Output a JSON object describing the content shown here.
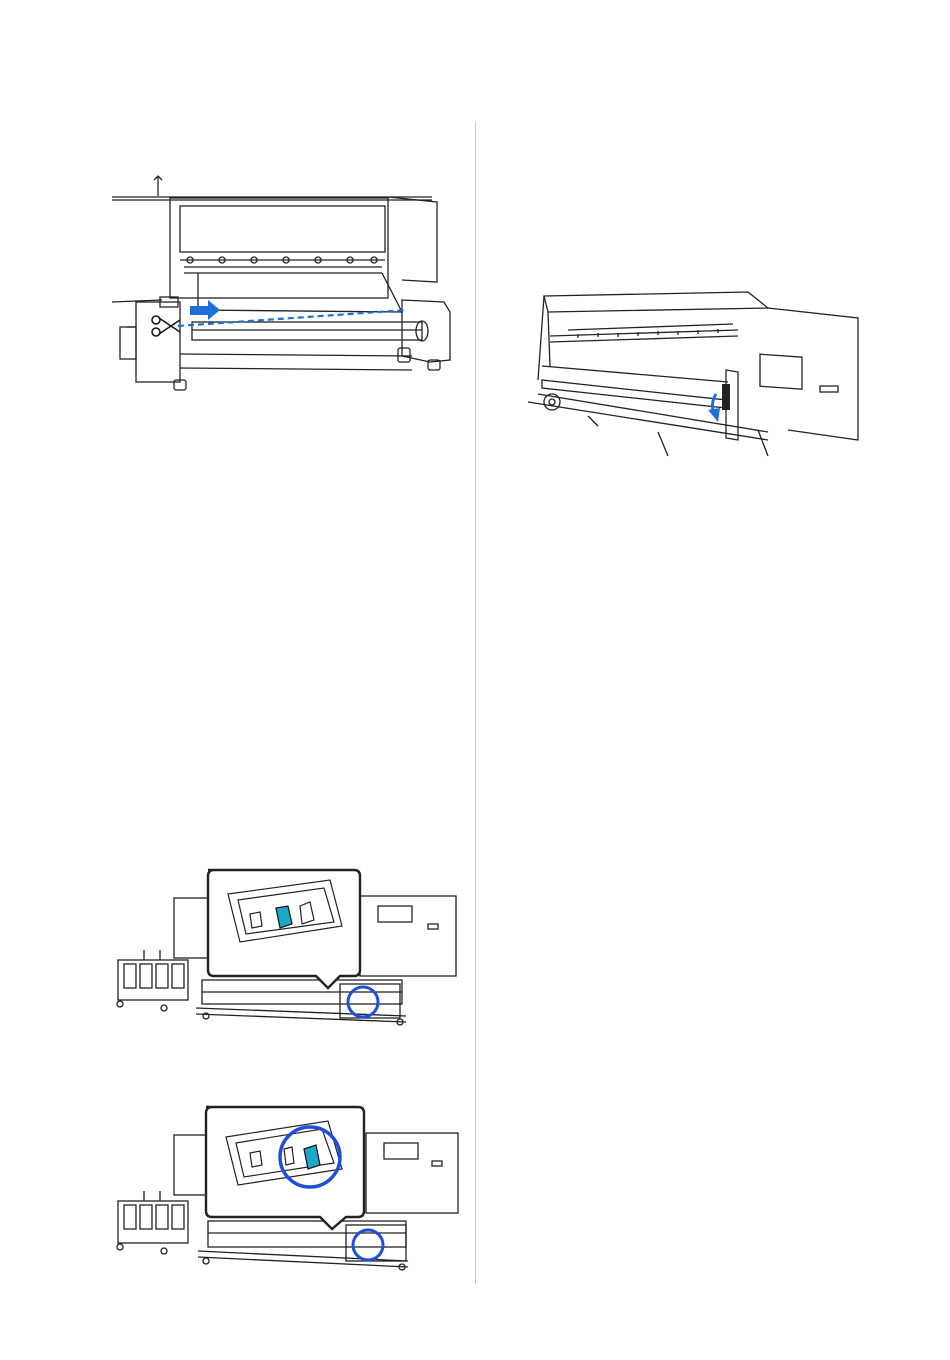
{
  "page": {
    "background": "#ffffff",
    "divider_color": "#c8c8c8"
  },
  "colors": {
    "line": "#222222",
    "accent_blue": "#1e6fd9",
    "switch_teal": "#1ba8c9",
    "highlight_circle": "#1e4fd9"
  },
  "figures": [
    {
      "id": "cut-media",
      "icons": [
        "scissors-icon",
        "feed-arrow-icon",
        "cut-line"
      ]
    },
    {
      "id": "lower-media-basket",
      "icons": [
        "down-arrow-icon"
      ]
    },
    {
      "id": "auto-switch-center",
      "icons": [
        "switch-center-icon"
      ]
    },
    {
      "id": "auto-switch-off",
      "icons": [
        "switch-highlight-circle"
      ]
    }
  ]
}
